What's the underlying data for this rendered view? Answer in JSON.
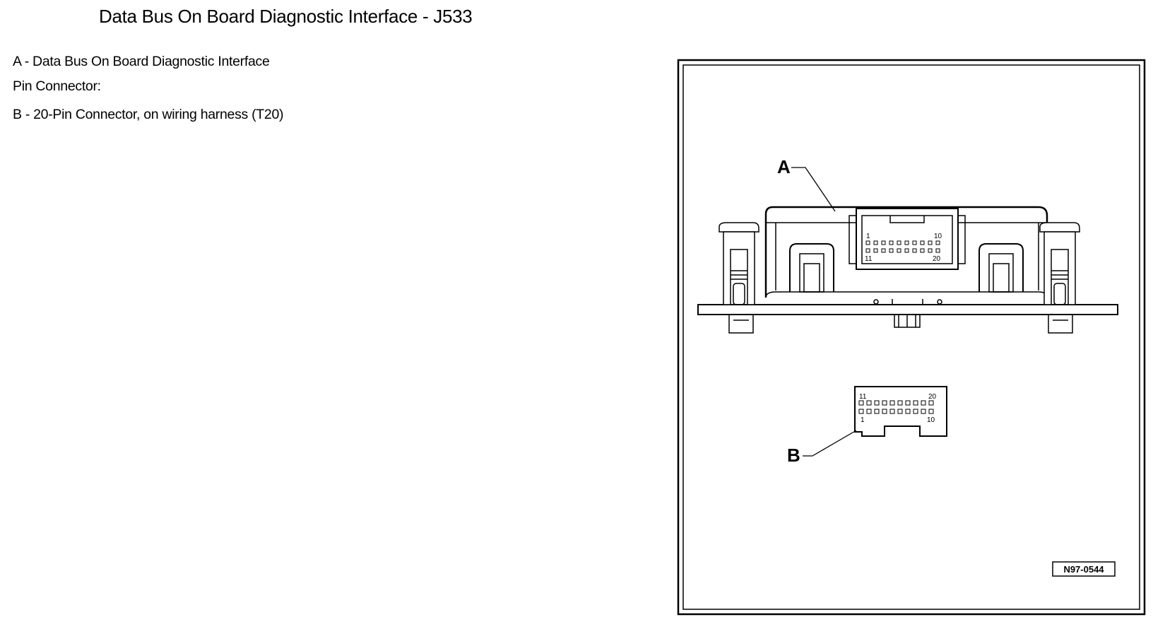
{
  "title": "Data Bus On Board Diagnostic Interface - J533",
  "legend": {
    "item_a": "A - Data Bus On Board Diagnostic Interface",
    "section_label": "Pin Connector:",
    "item_b": "B - 20-Pin Connector, on wiring harness (T20)"
  },
  "figure": {
    "callout_a": "A",
    "callout_b": "B",
    "module_pins": {
      "first": "1",
      "tenth": "10",
      "eleventh": "11",
      "last": "20"
    },
    "harness_pins": {
      "first": "1",
      "tenth": "10",
      "eleventh": "11",
      "last": "20"
    },
    "figure_id": "N97-0544"
  }
}
